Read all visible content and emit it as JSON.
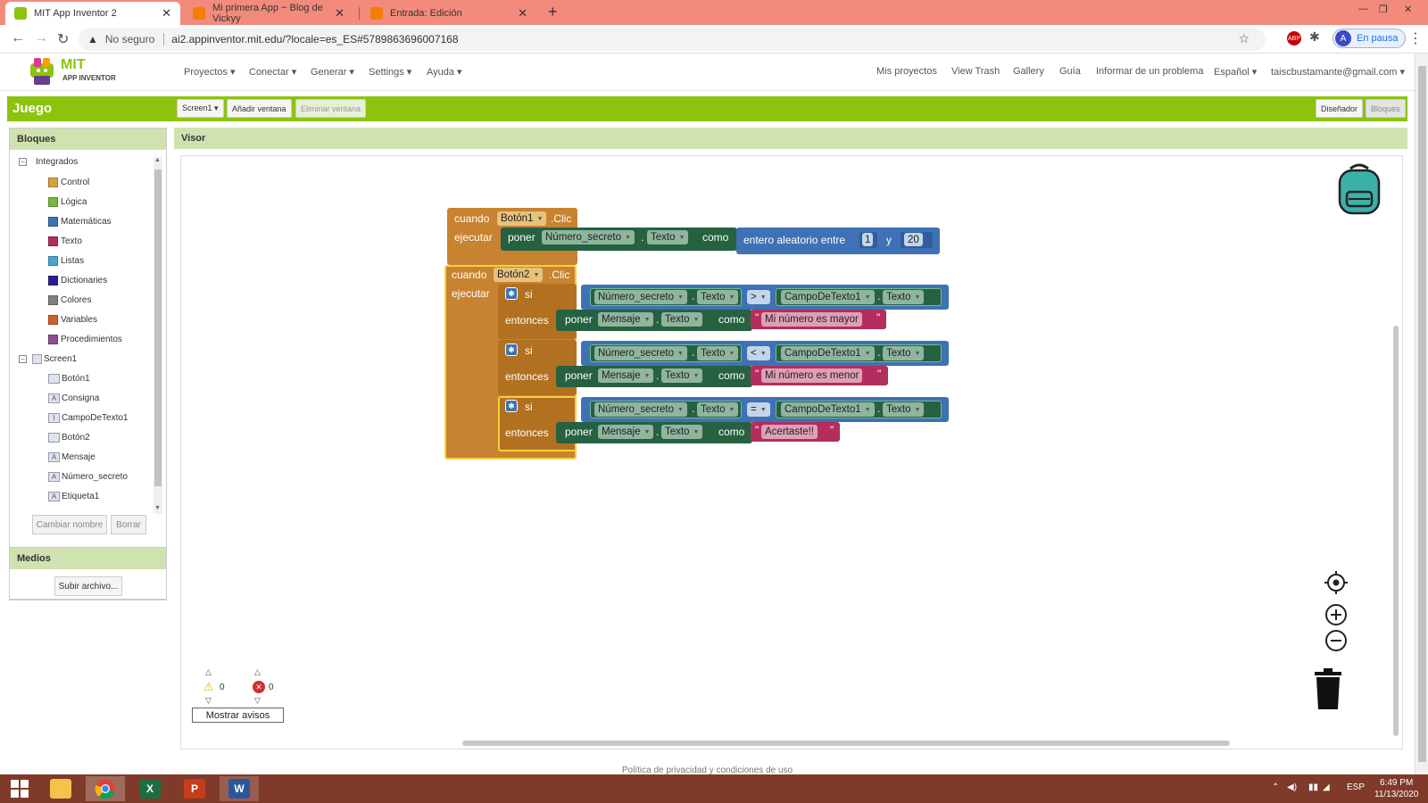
{
  "browser": {
    "tabs": [
      {
        "title": "MIT App Inventor 2",
        "active": true
      },
      {
        "title": "Mi primera App ~ Blog de Vickyy",
        "active": false
      },
      {
        "title": "Entrada: Edición",
        "active": false
      }
    ],
    "new_tab": "+",
    "security_label": "No seguro",
    "url": "ai2.appinventor.mit.edu/?locale=es_ES#5789863696007168",
    "profile_initial": "A",
    "profile_label": "En pausa",
    "ext_abp": "ABP"
  },
  "app_header": {
    "logo_top": "MIT",
    "logo_bottom": "APP INVENTOR",
    "left_menu": [
      "Proyectos ▾",
      "Conectar ▾",
      "Generar ▾",
      "Settings ▾",
      "Ayuda ▾"
    ],
    "right_menu": [
      "Mis proyectos",
      "View Trash",
      "Gallery",
      "Guía",
      "Informar de un problema",
      "Español ▾",
      "taiscbustamante@gmail.com ▾"
    ]
  },
  "toolbar": {
    "project_name": "Juego",
    "screen_select": "Screen1 ▾",
    "add_screen": "Añadir ventana",
    "remove_screen": "Eliminar ventana",
    "designer": "Diseñador",
    "blocks": "Bloques"
  },
  "blocks_panel": {
    "header": "Bloques",
    "builtin_label": "Integrados",
    "builtin": [
      {
        "label": "Control",
        "color": "#d4a33d"
      },
      {
        "label": "Lógica",
        "color": "#78b740"
      },
      {
        "label": "Matemáticas",
        "color": "#3f71b5"
      },
      {
        "label": "Texto",
        "color": "#b32d5e"
      },
      {
        "label": "Listas",
        "color": "#49a6d4"
      },
      {
        "label": "Dictionaries",
        "color": "#2a1f8f"
      },
      {
        "label": "Colores",
        "color": "#7f7f7f"
      },
      {
        "label": "Variables",
        "color": "#d05f2d"
      },
      {
        "label": "Procedimientos",
        "color": "#8e4f8e"
      }
    ],
    "screen_label": "Screen1",
    "components": [
      {
        "label": "Botón1",
        "icon": "button-icon"
      },
      {
        "label": "Consigna",
        "icon": "label-icon"
      },
      {
        "label": "CampoDeTexto1",
        "icon": "textbox-icon"
      },
      {
        "label": "Botón2",
        "icon": "button-icon"
      },
      {
        "label": "Mensaje",
        "icon": "label-icon"
      },
      {
        "label": "Número_secreto",
        "icon": "label-icon"
      },
      {
        "label": "Etiqueta1",
        "icon": "label-icon"
      }
    ],
    "rename": "Cambiar nombre",
    "delete": "Borrar"
  },
  "media_panel": {
    "header": "Medios",
    "upload": "Subir archivo..."
  },
  "viewer": {
    "header": "Visor",
    "block1": {
      "when": "cuando",
      "component": "Botón1",
      "event": ".Clic",
      "do": "ejecutar",
      "set": "poner",
      "target": "Número_secreto",
      "prop": "Texto",
      "to": "como",
      "random": "entero aleatorio entre",
      "from": "1",
      "and": "y",
      "to_val": "20"
    },
    "block2": {
      "when": "cuando",
      "component": "Botón2",
      "event": ".Clic",
      "do": "ejecutar",
      "if": "si",
      "then": "entonces",
      "conditions": [
        {
          "left": "Número_secreto",
          "lprop": "Texto",
          "op": ">",
          "right": "CampoDeTexto1",
          "rprop": "Texto",
          "set": "poner",
          "target": "Mensaje",
          "tprop": "Texto",
          "to": "como",
          "text": "Mi número es mayor"
        },
        {
          "left": "Número_secreto",
          "lprop": "Texto",
          "op": "<",
          "right": "CampoDeTexto1",
          "rprop": "Texto",
          "set": "poner",
          "target": "Mensaje",
          "tprop": "Texto",
          "to": "como",
          "text": "Mi número es menor"
        },
        {
          "left": "Número_secreto",
          "lprop": "Texto",
          "op": "=",
          "right": "CampoDeTexto1",
          "rprop": "Texto",
          "set": "poner",
          "target": "Mensaje",
          "tprop": "Texto",
          "to": "como",
          "text": "Acertaste!!"
        }
      ]
    },
    "warnings_count": "0",
    "errors_count": "0",
    "show_warnings": "Mostrar avisos"
  },
  "footer": "Política de privacidad y condiciones de uso",
  "taskbar": {
    "lang": "ESP",
    "time": "6:49 PM",
    "date": "11/13/2020"
  }
}
